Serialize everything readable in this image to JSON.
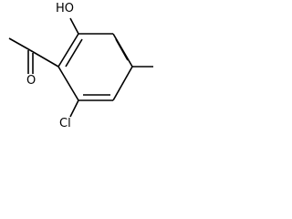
{
  "molecule": {
    "atoms": {
      "hydroxyl": "HO",
      "chloro": "Cl",
      "carbonyl_oxygen": "O"
    }
  }
}
